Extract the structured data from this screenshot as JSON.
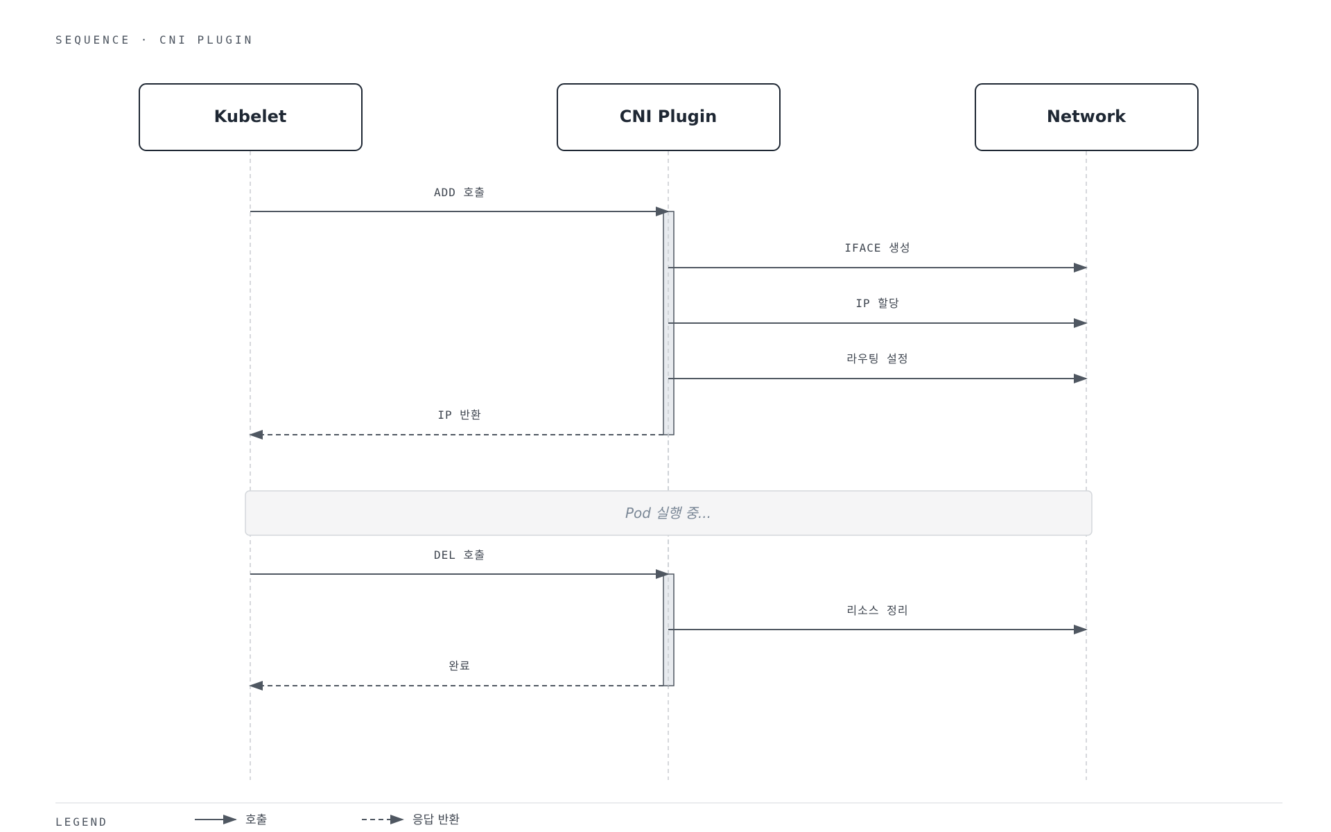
{
  "header": {
    "title": "SEQUENCE · CNI PLUGIN"
  },
  "actors": [
    {
      "id": "kubelet",
      "label": "Kubelet"
    },
    {
      "id": "cni",
      "label": "CNI Plugin"
    },
    {
      "id": "network",
      "label": "Network"
    }
  ],
  "messages": [
    {
      "from": "kubelet",
      "to": "cni",
      "label": "ADD 호출",
      "style": "call"
    },
    {
      "from": "cni",
      "to": "network",
      "label": "IFACE 생성",
      "style": "call"
    },
    {
      "from": "cni",
      "to": "network",
      "label": "IP 할당",
      "style": "call"
    },
    {
      "from": "cni",
      "to": "network",
      "label": "라우팅 설정",
      "style": "call"
    },
    {
      "from": "cni",
      "to": "kubelet",
      "label": "IP 반환",
      "style": "return"
    },
    {
      "from": "kubelet",
      "to": "cni",
      "label": "DEL 호출",
      "style": "call"
    },
    {
      "from": "cni",
      "to": "network",
      "label": "리소스 정리",
      "style": "call"
    },
    {
      "from": "cni",
      "to": "kubelet",
      "label": "완료",
      "style": "return"
    }
  ],
  "note": {
    "label": "Pod 실행 중..."
  },
  "legend": {
    "title": "LEGEND",
    "call_label": "호출",
    "return_label": "응답 반환"
  },
  "colors": {
    "ink": "#1e2733",
    "arrow": "#4f5761",
    "lifeline": "#c8ccd1",
    "activation_fill": "#e8ebef",
    "note_fill": "#f5f5f6",
    "note_stroke": "#d4d7db"
  }
}
